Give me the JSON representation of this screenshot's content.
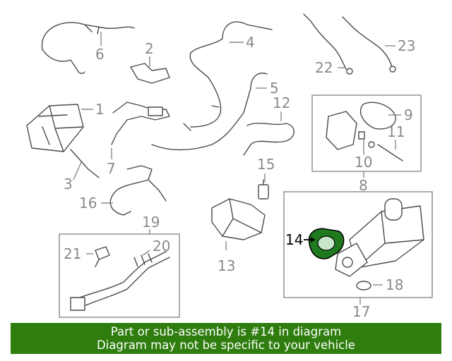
{
  "callouts": {
    "c1": "1",
    "c2": "2",
    "c3": "3",
    "c4": "4",
    "c5": "5",
    "c6": "6",
    "c7": "7",
    "c8": "8",
    "c9": "9",
    "c10": "10",
    "c11": "11",
    "c12": "12",
    "c13": "13",
    "c14": "14",
    "c15": "15",
    "c16": "16",
    "c17": "17",
    "c18": "18",
    "c19": "19",
    "c20": "20",
    "c21": "21",
    "c22": "22",
    "c23": "23"
  },
  "highlight": {
    "part_number": "14",
    "color": "#2e7d0e"
  },
  "banner": {
    "line1": "Part or sub-assembly is #14 in diagram",
    "line2": "Diagram may not be specific to your vehicle",
    "background": "#2e7d0e"
  }
}
